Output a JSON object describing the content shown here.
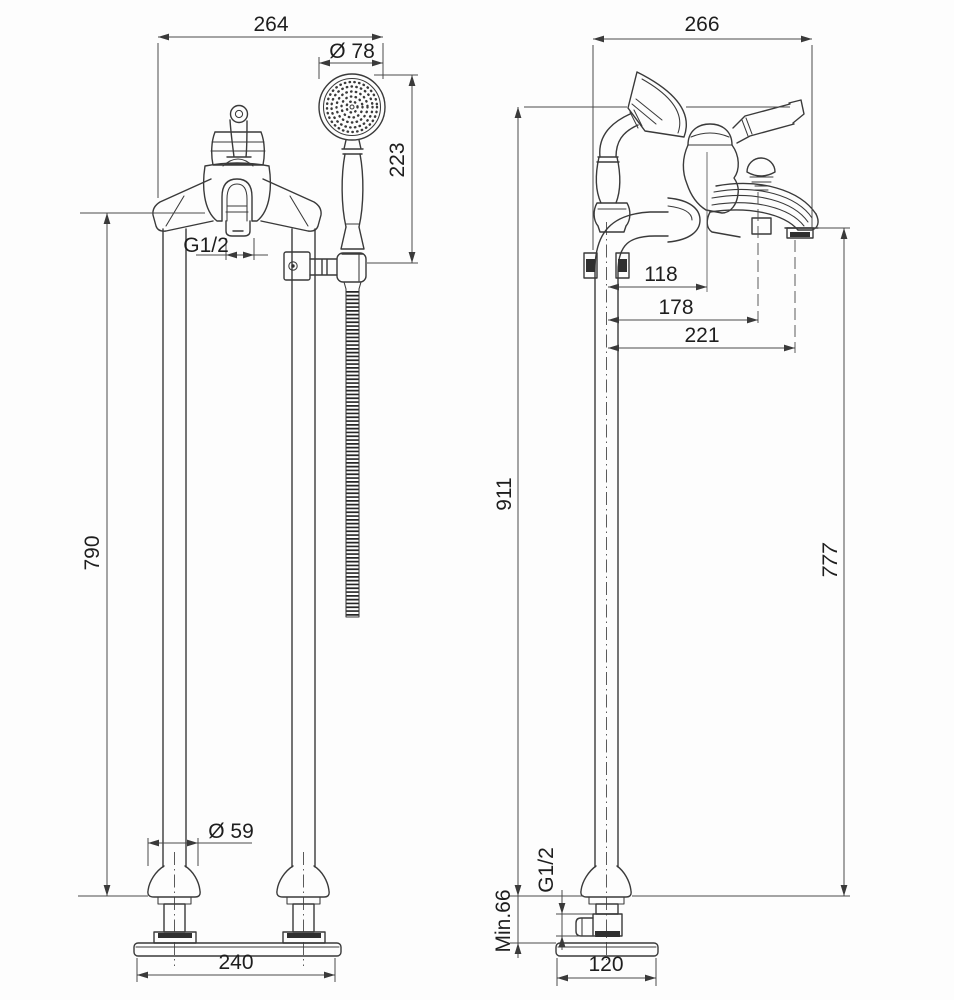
{
  "drawing": {
    "front_view": {
      "overall_width": "264",
      "handshower_diameter": "Ø 78",
      "handshower_height": "223",
      "outlet_thread": "G1/2",
      "height_to_spout": "790",
      "base_cover_diameter": "Ø 59",
      "base_plate_width": "240"
    },
    "side_view": {
      "overall_depth": "266",
      "depth_to_mixer_axis": "118",
      "depth_to_diverter": "178",
      "spout_reach": "221",
      "overall_height": "911",
      "spout_outlet_height": "777",
      "inlet_thread": "G1/2",
      "min_below_floor": "Min.66",
      "base_plate_depth": "120"
    }
  }
}
